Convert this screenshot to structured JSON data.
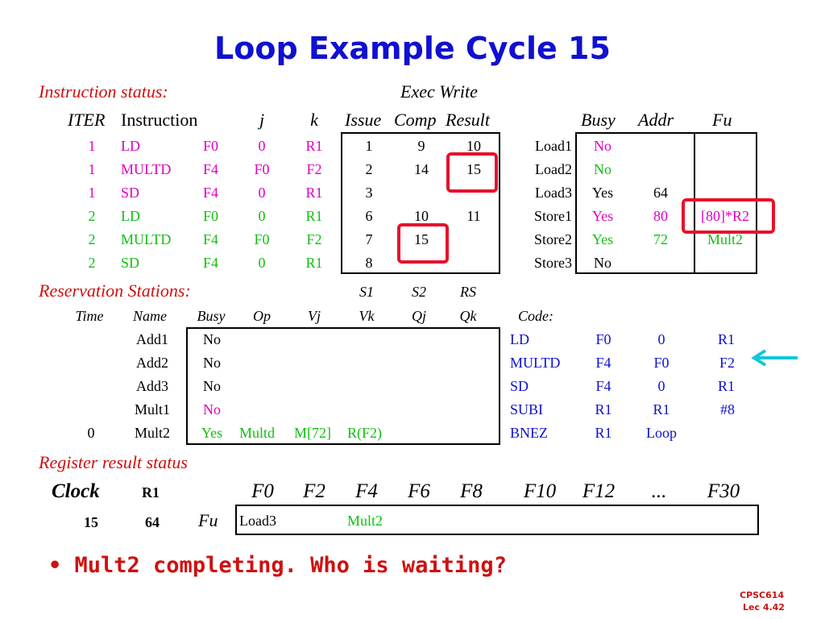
{
  "title": "Loop Example Cycle 15",
  "instruction_status": {
    "label": "Instruction status:",
    "exec_write_header": "Exec  Write",
    "headers": [
      "ITER",
      "Instruction",
      "j",
      "k",
      "Issue",
      "Comp",
      "Result"
    ],
    "rows": [
      {
        "iter": "1",
        "op": "LD",
        "reg": "F0",
        "j": "0",
        "k": "R1",
        "issue": "1",
        "comp": "9",
        "result": "10"
      },
      {
        "iter": "1",
        "op": "MULTD",
        "reg": "F4",
        "j": "F0",
        "k": "F2",
        "issue": "2",
        "comp": "14",
        "result": "15"
      },
      {
        "iter": "1",
        "op": "SD",
        "reg": "F4",
        "j": "0",
        "k": "R1",
        "issue": "3",
        "comp": "",
        "result": ""
      },
      {
        "iter": "2",
        "op": "LD",
        "reg": "F0",
        "j": "0",
        "k": "R1",
        "issue": "6",
        "comp": "10",
        "result": "11"
      },
      {
        "iter": "2",
        "op": "MULTD",
        "reg": "F4",
        "j": "F0",
        "k": "F2",
        "issue": "7",
        "comp": "15",
        "result": ""
      },
      {
        "iter": "2",
        "op": "SD",
        "reg": "F4",
        "j": "0",
        "k": "R1",
        "issue": "8",
        "comp": "",
        "result": ""
      }
    ]
  },
  "load_store": {
    "headers": [
      "Busy",
      "Addr",
      "Fu"
    ],
    "rows": [
      {
        "name": "Load1",
        "busy": "No",
        "addr": "",
        "fu": ""
      },
      {
        "name": "Load2",
        "busy": "No",
        "addr": "",
        "fu": ""
      },
      {
        "name": "Load3",
        "busy": "Yes",
        "addr": "64",
        "fu": ""
      },
      {
        "name": "Store1",
        "busy": "Yes",
        "addr": "80",
        "fu": "[80]*R2"
      },
      {
        "name": "Store2",
        "busy": "Yes",
        "addr": "72",
        "fu": "Mult2"
      },
      {
        "name": "Store3",
        "busy": "No",
        "addr": "",
        "fu": ""
      }
    ]
  },
  "reservation_stations": {
    "label": "Reservation Stations:",
    "top_headers": [
      "S1",
      "S2",
      "RS"
    ],
    "headers": [
      "Time",
      "Name",
      "Busy",
      "Op",
      "Vj",
      "Vk",
      "Qj",
      "Qk"
    ],
    "rows": [
      {
        "time": "",
        "name": "Add1",
        "busy": "No",
        "op": "",
        "vj": "",
        "vk": "",
        "qj": "",
        "qk": ""
      },
      {
        "time": "",
        "name": "Add2",
        "busy": "No",
        "op": "",
        "vj": "",
        "vk": "",
        "qj": "",
        "qk": ""
      },
      {
        "time": "",
        "name": "Add3",
        "busy": "No",
        "op": "",
        "vj": "",
        "vk": "",
        "qj": "",
        "qk": ""
      },
      {
        "time": "",
        "name": "Mult1",
        "busy": "No",
        "op": "",
        "vj": "",
        "vk": "",
        "qj": "",
        "qk": ""
      },
      {
        "time": "0",
        "name": "Mult2",
        "busy": "Yes",
        "op": "Multd",
        "vj": "M[72]",
        "vk": "R(F2)",
        "qj": "",
        "qk": ""
      }
    ]
  },
  "code": {
    "label": "Code:",
    "rows": [
      [
        "LD",
        "F0",
        "0",
        "R1"
      ],
      [
        "MULTD",
        "F4",
        "F0",
        "F2"
      ],
      [
        "SD",
        "F4",
        "0",
        "R1"
      ],
      [
        "SUBI",
        "R1",
        "R1",
        "#8"
      ],
      [
        "BNEZ",
        "R1",
        "Loop",
        ""
      ]
    ]
  },
  "register_status": {
    "label": "Register result status",
    "clock_label": "Clock",
    "r1_label": "R1",
    "clock": "15",
    "r1": "64",
    "fu_label": "Fu",
    "registers": [
      "F0",
      "F2",
      "F4",
      "F6",
      "F8",
      "F10",
      "F12",
      "...",
      "F30"
    ],
    "fu_values": [
      "Load3",
      "",
      "Mult2",
      "",
      "",
      "",
      "",
      "",
      ""
    ]
  },
  "bullet": "Mult2 completing.  Who is waiting?",
  "footer": {
    "line1": "CPSC614",
    "line2": "Lec 4.42"
  },
  "colors": {
    "title": "#1010d0",
    "label": "#d01010",
    "highlight": "#e8102c",
    "arrow": "#10c8d8"
  }
}
